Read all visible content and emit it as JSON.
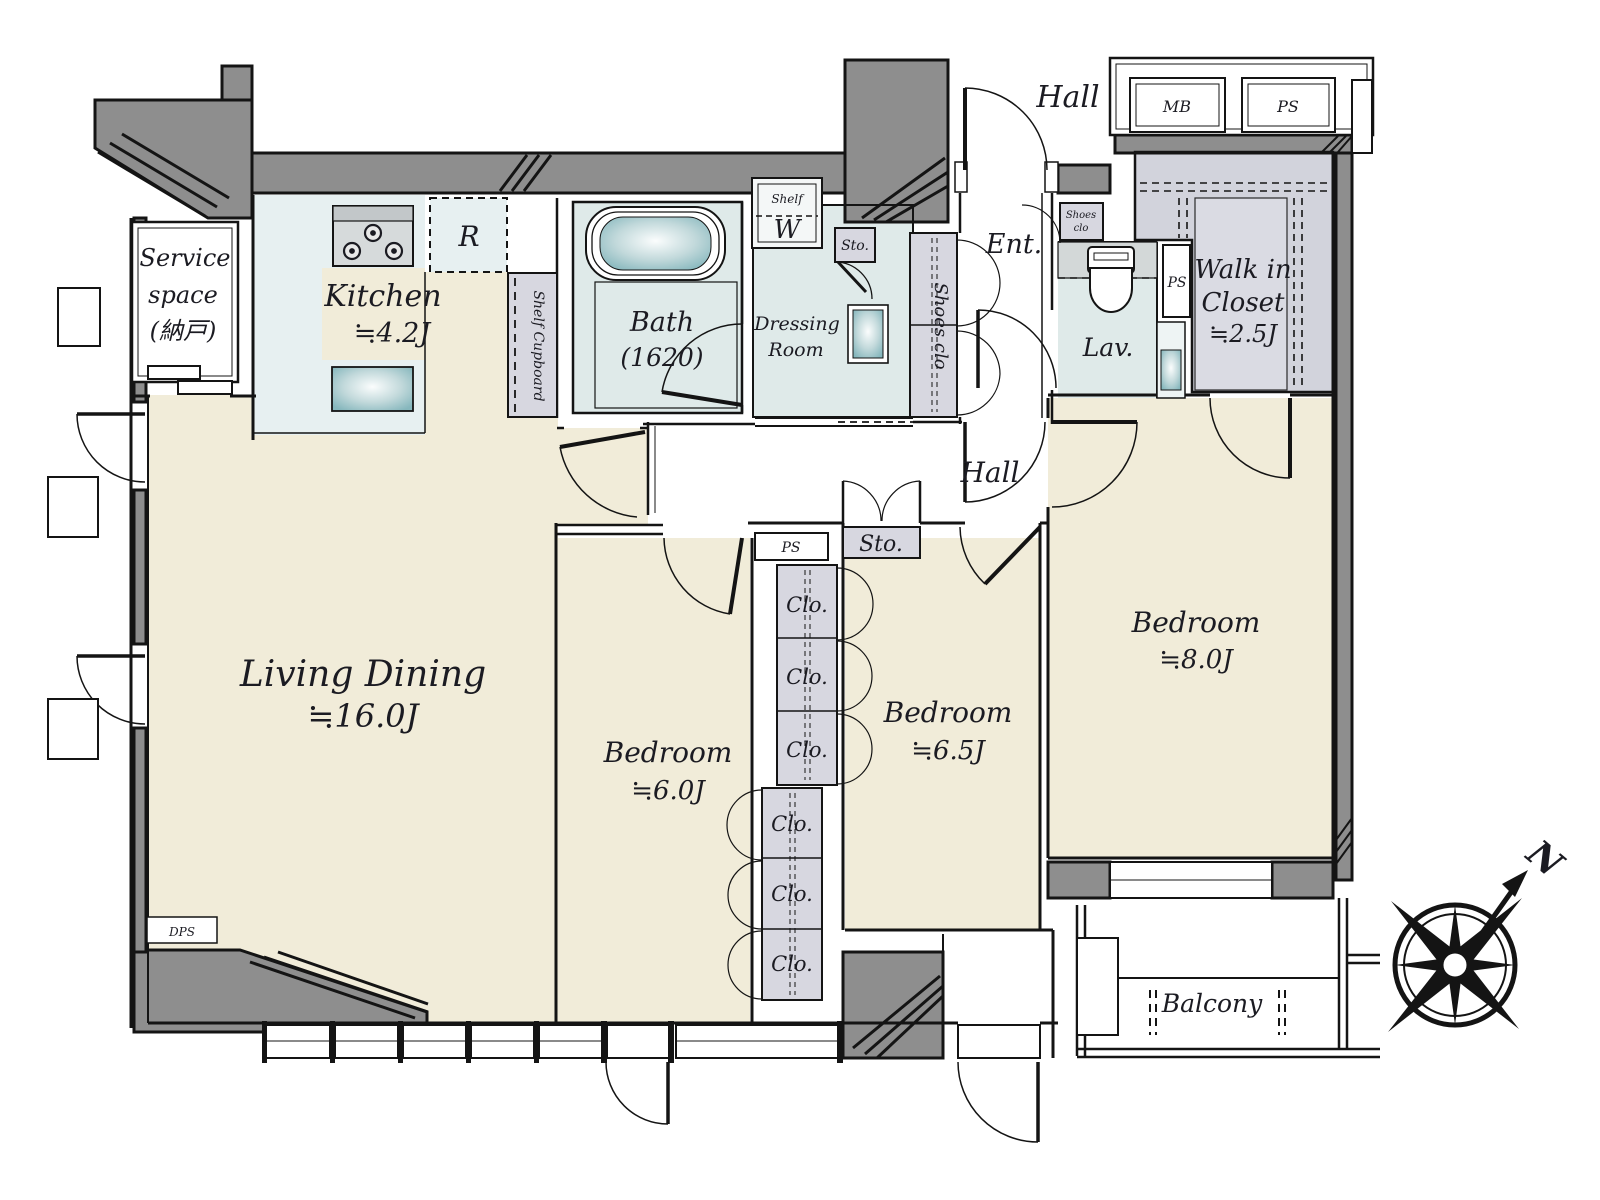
{
  "colors": {
    "floor_cream": "#f1ecd9",
    "floor_wet": "#e0eae8",
    "floor_kitchen": "#e7f0f1",
    "closet_gray": "#d7d7e0",
    "wic_gray": "#d2d3dc",
    "column_gray": "#8e8e8e",
    "wall_black": "#141414",
    "fixture_teal": "#86b7bd"
  },
  "rooms": {
    "living_dining": {
      "name": "Living Dining",
      "size": "≒16.0J"
    },
    "kitchen": {
      "name": "Kitchen",
      "size": "≒4.2J"
    },
    "bath": {
      "name": "Bath",
      "size": "(1620)"
    },
    "dressing_room": {
      "line1": "Dressing",
      "line2": "Room"
    },
    "service_space": {
      "line1": "Service",
      "line2": "space",
      "line3": "(納戸)"
    },
    "lavatory": {
      "name": "Lav."
    },
    "entrance": {
      "name": "Ent."
    },
    "hall_top": {
      "name": "Hall"
    },
    "hall_center": {
      "name": "Hall"
    },
    "walk_in_closet": {
      "line1": "Walk in",
      "line2": "Closet",
      "size": "≒2.5J"
    },
    "bedroom_6_0": {
      "name": "Bedroom",
      "size": "≒6.0J"
    },
    "bedroom_6_5": {
      "name": "Bedroom",
      "size": "≒6.5J"
    },
    "bedroom_8_0": {
      "name": "Bedroom",
      "size": "≒8.0J"
    },
    "balcony": {
      "name": "Balcony"
    }
  },
  "fixtures": {
    "refrigerator": "R",
    "shelf_cupboard": "Shelf Cupboard",
    "laundry_shelf": "Shelf",
    "washing_machine": "W",
    "storage_dressing": "Sto.",
    "storage_hall": "Sto.",
    "shoes_closet": "Shoes clo",
    "shoes_closet_small": {
      "line1": "Shoes",
      "line2": "clo"
    },
    "closet": "Clo.",
    "meter_box": "MB",
    "pipe_space": "PS",
    "dps": "DPS"
  },
  "compass": {
    "north_label": "N"
  }
}
